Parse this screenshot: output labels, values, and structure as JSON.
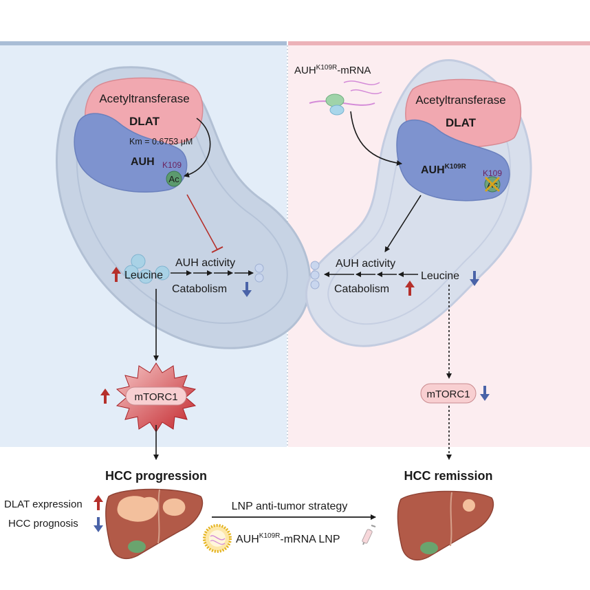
{
  "left": {
    "acetyltransferase": "Acetyltransferase",
    "dlat": "DLAT",
    "km": "Km = 0.6753 μM",
    "auh": "AUH",
    "k109": "K109",
    "ac": "Ac",
    "auh_activity": "AUH activity",
    "leucine": "Leucine",
    "catabolism": "Catabolism",
    "mtorc1": "mTORC1",
    "outcome": "HCC progression"
  },
  "right": {
    "mrna_label_main": "AUH",
    "mrna_label_sup": "K109R",
    "mrna_label_suffix": "-mRNA",
    "acetyltransferase": "Acetyltransferase",
    "dlat": "DLAT",
    "auh_main": "AUH",
    "auh_sup": "K109R",
    "k109": "K109",
    "ac": "Ac",
    "auh_activity": "AUH activity",
    "leucine": "Leucine",
    "catabolism": "Catabolism",
    "mtorc1": "mTORC1",
    "outcome": "HCC remission"
  },
  "bottom": {
    "dlat_expression": "DLAT expression",
    "hcc_prognosis": "HCC prognosis",
    "strategy": "LNP anti-tumor strategy",
    "lnp_main": "AUH",
    "lnp_sup": "K109R",
    "lnp_suffix": "-mRNA LNP"
  },
  "colors": {
    "left_panel": "#e3edf8",
    "right_panel": "#fcedf0",
    "left_bar": "#a9bdd6",
    "right_bar": "#ecb2b8",
    "mito": "#c7d3e4",
    "dlat": "#f1a8b0",
    "auh": "#7e93cf",
    "up_arrow": "#b5302b",
    "down_arrow": "#4a63a8",
    "liver": "#b25a48",
    "tumor": "#f3c09d"
  }
}
